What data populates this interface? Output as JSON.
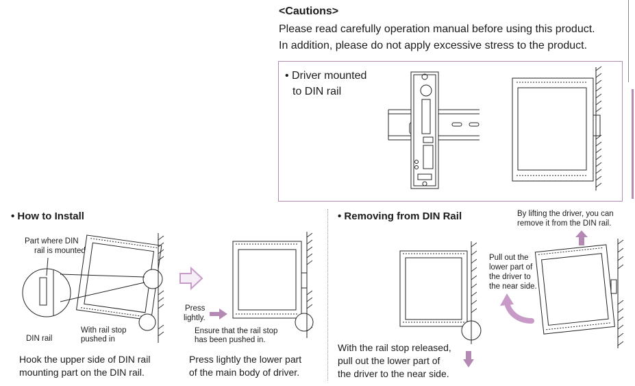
{
  "cautions": {
    "title": "<Cautions>",
    "line1": "Please read carefully operation manual before using this product.",
    "line2": "In addition, please do not apply excessive stress to the product."
  },
  "mounted_note": {
    "line1": "• Driver mounted",
    "line2": "to DIN rail"
  },
  "install": {
    "title": "• How to Install",
    "label_part_line1": "Part where DIN",
    "label_part_line2": "rail is mounted",
    "label_din": "DIN rail",
    "label_stop_line1": "With rail stop",
    "label_stop_line2": "pushed in",
    "press_line1": "Press",
    "press_line2": "lightly.",
    "ensure_line1": "Ensure that the rail stop",
    "ensure_line2": "has been pushed in.",
    "step1_line1": "Hook the upper side of DIN rail",
    "step1_line2": "mounting part on the DIN rail.",
    "step2_line1": "Press lightly the lower part",
    "step2_line2": "of the main body of driver."
  },
  "remove": {
    "title": "• Removing from DIN Rail",
    "lift_line1": "By lifting the driver, you can",
    "lift_line2": "remove it from the DIN rail.",
    "pull_line1": "Pull out the",
    "pull_line2": "lower part of",
    "pull_line3": "the driver to",
    "pull_line4": "the near side.",
    "step_line1": "With the rail stop released,",
    "step_line2": "pull out the lower part of",
    "step_line3": "the driver to the near side."
  },
  "colors": {
    "accent": "#b48ab4",
    "arrow": "#c79ac7",
    "ink": "#1a1a1a"
  }
}
